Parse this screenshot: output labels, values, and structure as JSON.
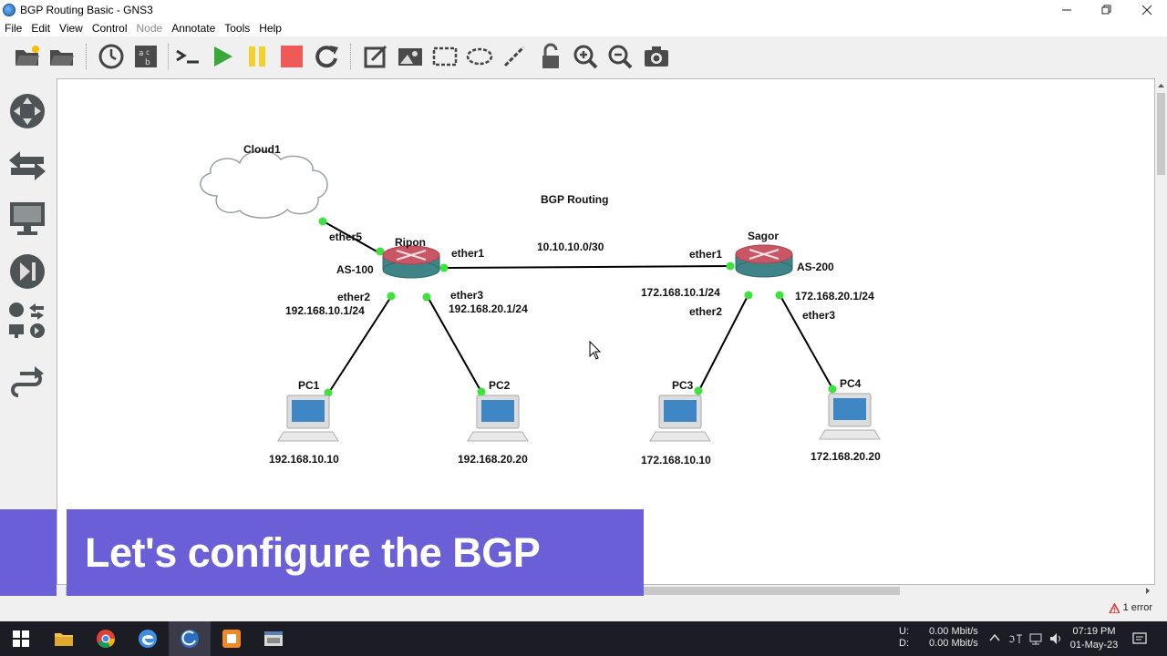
{
  "window": {
    "title": "BGP Routing Basic - GNS3"
  },
  "menu": {
    "items": [
      "File",
      "Edit",
      "View",
      "Control",
      "Node",
      "Annotate",
      "Tools",
      "Help"
    ]
  },
  "toolbar": {
    "buttons": [
      "open-project-icon",
      "open-folder-icon",
      "snapshot-clock-icon",
      "show-interface-labels-icon",
      "console-icon",
      "start-icon",
      "pause-icon",
      "stop-icon",
      "reload-icon",
      "add-note-icon",
      "insert-image-icon",
      "draw-rectangle-icon",
      "draw-ellipse-icon",
      "draw-line-icon",
      "lock-icon",
      "zoom-in-icon",
      "zoom-out-icon",
      "screenshot-icon"
    ]
  },
  "dock": {
    "buttons": [
      "routers-icon",
      "switches-icon",
      "end-devices-icon",
      "security-devices-icon",
      "all-devices-icon",
      "add-link-icon"
    ]
  },
  "topology": {
    "title": "BGP Routing",
    "cloud": {
      "name": "Cloud1",
      "iface": "ether5"
    },
    "router_left": {
      "name": "Ripon",
      "as": "AS-100",
      "wan_iface": "ether1",
      "if2": "ether2",
      "if2_ip": "192.168.10.1/24",
      "if3": "ether3",
      "if3_ip": "192.168.20.1/24"
    },
    "router_right": {
      "name": "Sagor",
      "as": "AS-200",
      "wan_iface": "ether1",
      "if2": "ether2",
      "if2_ip": "172.168.10.1/24",
      "if3": "ether3",
      "if3_ip": "172.168.20.1/24"
    },
    "wan_subnet": "10.10.10.0/30",
    "pcs": [
      {
        "name": "PC1",
        "ip": "192.168.10.10"
      },
      {
        "name": "PC2",
        "ip": "192.168.20.20"
      },
      {
        "name": "PC3",
        "ip": "172.168.10.10"
      },
      {
        "name": "PC4",
        "ip": "172.168.20.20"
      }
    ]
  },
  "status": {
    "errors": "1 error"
  },
  "overlay": {
    "text": "Let's configure the BGP"
  },
  "taskbar": {
    "apps": [
      "windows-start-icon",
      "file-explorer-icon",
      "chrome-icon",
      "edge-icon",
      "gns3-taskbar-icon",
      "app-orange-icon",
      "app-window-icon"
    ],
    "net_up_label": "U:",
    "net_down_label": "D:",
    "net_up": "0.00 Mbit/s",
    "net_down": "0.00 Mbit/s",
    "time": "07:19 PM",
    "date": "01-May-23"
  }
}
